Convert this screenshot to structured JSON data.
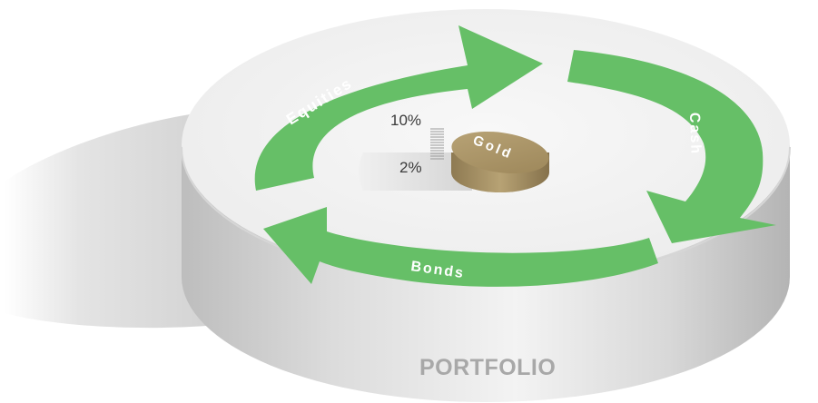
{
  "labels": {
    "equities": "Equities",
    "cash": "Cash",
    "bonds": "Bonds",
    "gold": "Gold",
    "portfolio": "PORTFOLIO"
  },
  "scale": {
    "top": "10%",
    "bottom": "2%"
  },
  "colors": {
    "arrow_green": "#66bf67",
    "coin_gold": "#a89366",
    "disc_top": "#f0f0f0",
    "portfolio_text": "#a8a8a8"
  }
}
